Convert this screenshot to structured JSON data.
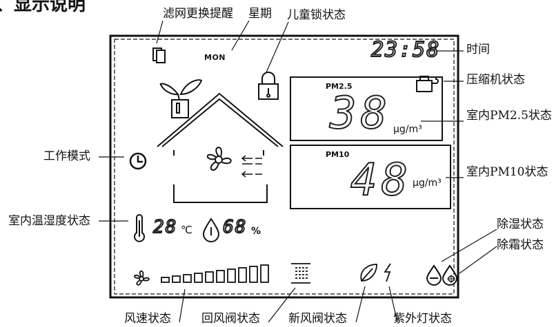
{
  "heading": "、显示说明",
  "callouts": {
    "filter": "滤网更换提醒",
    "week": "星期",
    "childlock": "儿童锁状态",
    "time": "时间",
    "compressor": "压缩机状态",
    "pm25_state": "室内PM2.5状态",
    "pm10_state": "室内PM10状态",
    "mode": "工作模式",
    "temphum": "室内温湿度状态",
    "dehum": "除湿状态",
    "defrost": "除霜状态",
    "fanspeed": "风速状态",
    "returnvalve": "回风阀状态",
    "freshvalve": "新风阀状态",
    "uv": "紫外灯状态"
  },
  "display": {
    "weekday": "MON",
    "time": "23:58",
    "pm25_label": "PM2.5",
    "pm25_value": "38",
    "pm10_label": "PM10",
    "pm10_value": "48",
    "unit": "μg/m³",
    "temperature": "28",
    "temp_unit": "℃",
    "humidity": "68",
    "hum_unit": "%"
  },
  "fan_speed_levels": 10,
  "icons": [
    "filter-icon",
    "lock-icon",
    "compressor-icon",
    "clock-icon",
    "leaf-icon",
    "house-icon",
    "fan-icon",
    "thermometer-icon",
    "droplet-icon",
    "valve-icon",
    "uv-icon",
    "dehumidify-icon",
    "defrost-icon"
  ]
}
